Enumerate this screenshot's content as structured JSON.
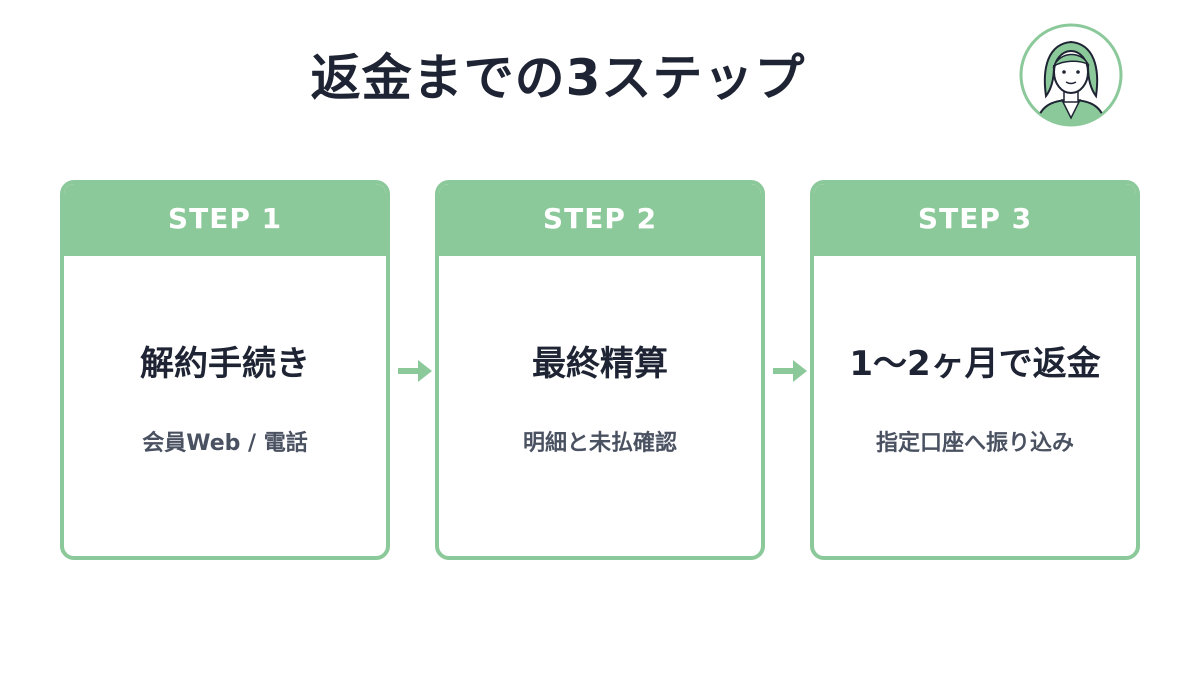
{
  "title": "返金までの3ステップ",
  "accent_color": "#8cc99a",
  "steps": [
    {
      "label": "STEP 1",
      "title": "解約手続き",
      "subtitle": "会員Web / 電話"
    },
    {
      "label": "STEP 2",
      "title": "最終精算",
      "subtitle": "明細と未払確認"
    },
    {
      "label": "STEP 3",
      "title": "1〜2ヶ月で返金",
      "subtitle": "指定口座へ振り込み"
    }
  ],
  "icons": {
    "avatar": "person-avatar-icon",
    "arrow": "arrow-right-icon"
  }
}
